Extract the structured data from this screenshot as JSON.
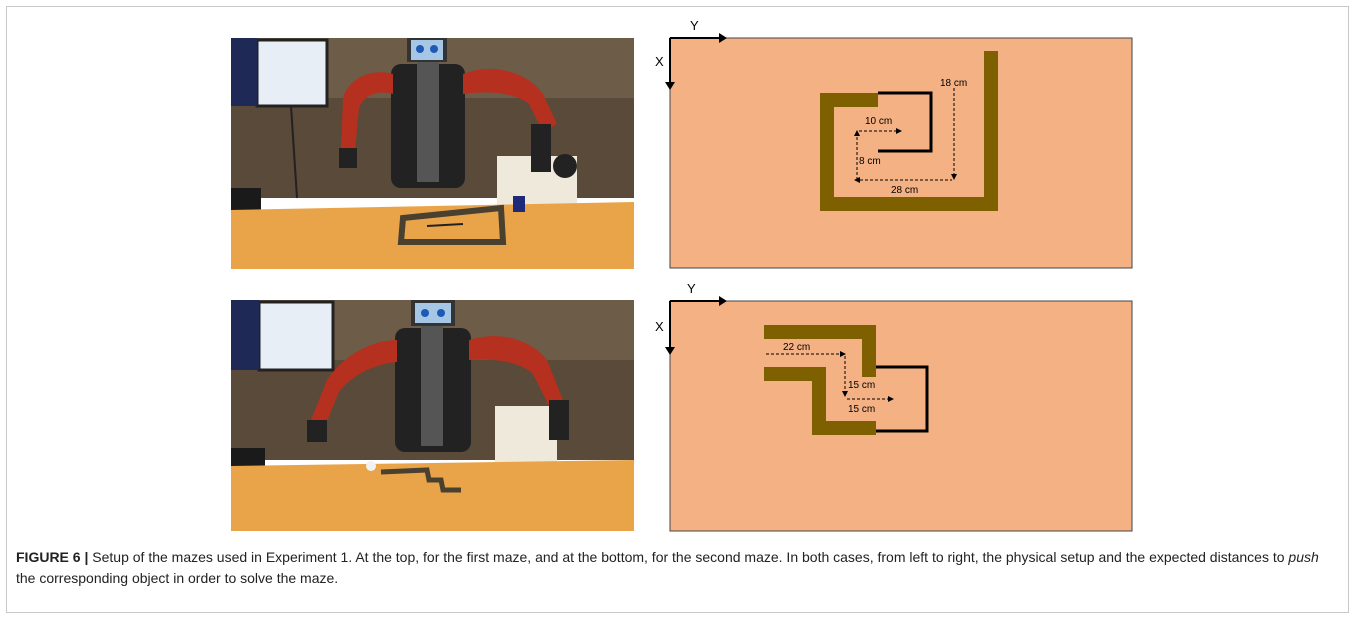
{
  "figure": {
    "label": "FIGURE 6",
    "caption_part1": "Setup of the mazes used in Experiment 1. At the top, for the first maze, and at the bottom, for the second maze. In both cases, from left to right, the physical setup and the expected distances to ",
    "caption_emphasis": "push",
    "caption_part2": " the corresponding object in order to solve the maze."
  },
  "panels": {
    "top_diagram": {
      "axis_y": "Y",
      "axis_x": "X",
      "labels": [
        "18 cm",
        "10 cm",
        "8 cm",
        "28 cm"
      ]
    },
    "bottom_diagram": {
      "axis_y": "Y",
      "axis_x": "X",
      "labels": [
        "22 cm",
        "15 cm",
        "15 cm"
      ]
    }
  },
  "colors": {
    "board": "#f4b183",
    "wall": "#7f6000",
    "table": "#e9a44a",
    "robot": "#b5301f"
  }
}
